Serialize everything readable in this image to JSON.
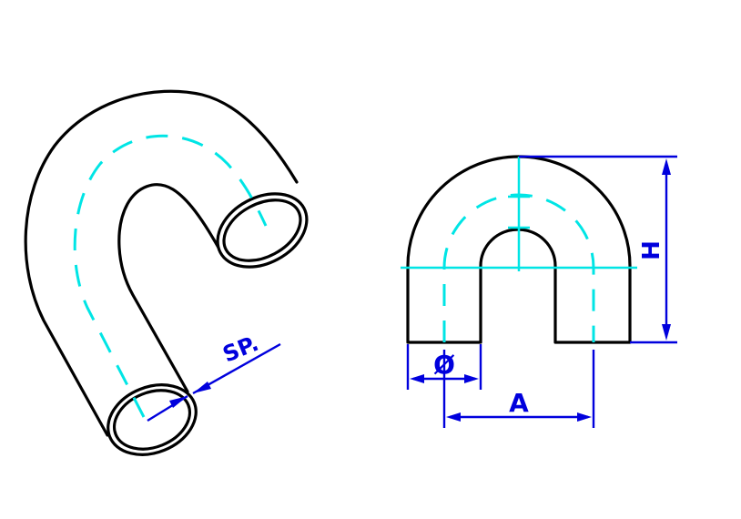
{
  "labels": {
    "thickness": "SP.",
    "diameter": "Ø",
    "center_distance": "A",
    "height": "H"
  },
  "colors": {
    "outline": "#000000",
    "centerline": "#00e5e5",
    "dimension": "#0000dd",
    "background": "#ffffff"
  }
}
